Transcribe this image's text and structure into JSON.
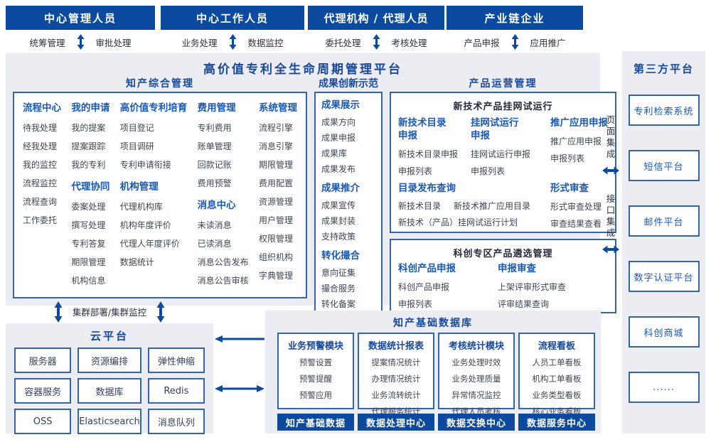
{
  "colors": {
    "primary": "#0b4a9e",
    "accent": "#1b59b4",
    "panel_bg": "#ecedf2",
    "border": "#3465a8",
    "text_dark": "#3d4654"
  },
  "top_groups": [
    {
      "title": "中心管理人员",
      "left": "统筹管理",
      "right": "审批处理"
    },
    {
      "title": "中心工作人员",
      "left": "业务处理",
      "right": "数据监控"
    },
    {
      "title": "代理机构 / 代理人员",
      "left": "委托处理",
      "right": "考核处理"
    },
    {
      "title": "产业链企业",
      "left": "产品申报",
      "right": "应用推广"
    }
  ],
  "platform_title": "高价值专利全生命周期管理平台",
  "ip_mgmt": {
    "title": "知产综合管理",
    "columns": [
      {
        "groups": [
          {
            "title": "流程中心",
            "items": [
              "待我处理",
              "经我处理",
              "我的监控",
              "流程监控",
              "流程查询",
              "工作委托"
            ]
          }
        ]
      },
      {
        "groups": [
          {
            "title": "我的申请",
            "items": [
              "我的提案",
              "提案跟踪",
              "我的专利"
            ]
          },
          {
            "title": "代理协同",
            "items": [
              "委案处理",
              "撰写处理",
              "专利答复",
              "期限管理",
              "机构信息"
            ]
          }
        ]
      },
      {
        "groups": [
          {
            "title": "高价值专利培育",
            "items": [
              "项目登记",
              "项目调研",
              "专利申请衔接"
            ]
          },
          {
            "title": "机构管理",
            "items": [
              "代理机构库",
              "机构年度评价",
              "代理人年度评价",
              "数据统计"
            ]
          }
        ]
      },
      {
        "groups": [
          {
            "title": "费用管理",
            "items": [
              "专利费用",
              "账单管理",
              "回款记账",
              "费用预警"
            ]
          },
          {
            "title": "消息中心",
            "items": [
              "未读消息",
              "已读消息",
              "消息公告发布",
              "消息公告审核"
            ]
          }
        ]
      },
      {
        "groups": [
          {
            "title": "系统管理",
            "items": [
              "流程引擎",
              "消息引擎",
              "期限管理",
              "费用配置",
              "资源管理",
              "用户管理",
              "权限管理",
              "组织机构",
              "字典管理"
            ]
          }
        ]
      }
    ]
  },
  "innovation": {
    "title": "成果创新示范",
    "groups": [
      {
        "title": "成果展示",
        "items": [
          "成果方向",
          "成果申报",
          "成果库",
          "成果发布"
        ]
      },
      {
        "title": "成果推介",
        "items": [
          "成果宣传",
          "成果封装",
          "支持政策"
        ]
      },
      {
        "title": "转化撮合",
        "items": [
          "意向征集",
          "撮合服务",
          "转化备案"
        ]
      }
    ]
  },
  "product_ops": {
    "title": "产品运营管理",
    "panel1": {
      "title": "新技术产品挂网试运行",
      "groups": [
        {
          "title": "新技术目录申报",
          "items": [
            "新技术目录申报",
            "申报列表"
          ]
        },
        {
          "title": "挂网试运行申报",
          "items": [
            "挂网试运行申报",
            "申报列表"
          ]
        },
        {
          "title": "推广应用申报",
          "items": [
            "推广应用申报",
            "申报列表"
          ]
        }
      ],
      "catalog_group": {
        "title": "目录发布查询",
        "items": [
          "新技术目录",
          "新技术推广应用目录",
          "新技术（产品）挂网试运行计划"
        ]
      },
      "review_group": {
        "title": "形式审查",
        "items": [
          "形式审查处理",
          "审查结果查看"
        ]
      }
    },
    "panel2": {
      "title": "科创专区产品遴选管理",
      "groups": [
        {
          "title": "科创产品申报",
          "items": [
            "科创产品申报",
            "申报列表"
          ]
        },
        {
          "title": "申报审查",
          "items": [
            "上架评审形式审查",
            "评审结果查询"
          ]
        }
      ]
    }
  },
  "integration": {
    "page": "页面集成",
    "api": "接口集成"
  },
  "third_party": {
    "title": "第三方平台",
    "items": [
      "专利检索系统",
      "短信平台",
      "邮件平台",
      "数字认证平台",
      "科创商城",
      "......"
    ]
  },
  "cluster_label": "集群部署/集群监控",
  "cloud": {
    "title": "云平台",
    "items": [
      "服务器",
      "资源编排",
      "弹性伸缩",
      "容器服务",
      "数据库",
      "Redis",
      "OSS",
      "Elasticsearch",
      "消息队列"
    ]
  },
  "database": {
    "title": "知产基础数据库",
    "columns": [
      {
        "title": "业务预警模块",
        "items": [
          "预警设置",
          "预警提醒",
          "预警应用"
        ],
        "bar": "知产基础数据"
      },
      {
        "title": "数据统计报表",
        "items": [
          "提案情况统计",
          "办理情况统计",
          "业务流转统计",
          "代理服务统计"
        ],
        "bar": "数据处理中心"
      },
      {
        "title": "考核统计模块",
        "items": [
          "业务处理时效",
          "业务处理质量",
          "异常情况监控",
          "代理人员考核"
        ],
        "bar": "数据交换中心"
      },
      {
        "title": "流程看板",
        "items": [
          "人员工单看板",
          "机构工单看板",
          "业务类型看板",
          "核心业务看板"
        ],
        "bar": "数据服务中心"
      }
    ]
  }
}
